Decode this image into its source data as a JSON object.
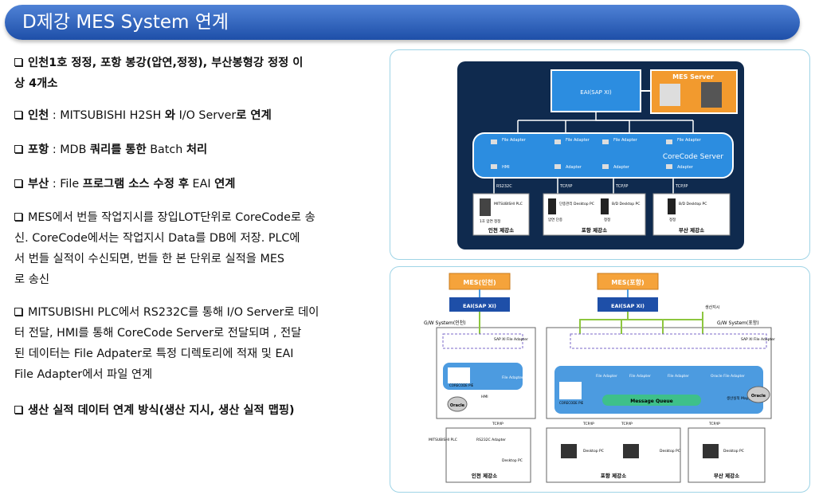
{
  "title": "D제강 MES System 연계",
  "bullets": {
    "b1": [
      "인천1호 정정, 포항 봉강(압연,정정), 부산봉형강 정정 이",
      "상 4개소"
    ],
    "b2": {
      "bold": "인천",
      "text": " : MITSUBISHI H2SH ",
      "bold2": "와",
      "text2": " I/O Server",
      "bold3": "로 연계"
    },
    "b3": {
      "bold": "포항",
      "text": " : MDB ",
      "bold2": "쿼리를 통한",
      "text2": " Batch ",
      "bold3": "처리"
    },
    "b4": {
      "bold": "부산",
      "text": " : File ",
      "bold2": "프로그램 소스 수정 후",
      "text2": " EAI ",
      "bold3": "연계"
    },
    "b5": [
      "MES에서 번들 작업지시를 장입LOT단위로 CoreCode로 송",
      "신. CoreCode에서는 작업지시 Data를 DB에 저장. PLC에",
      "서 번들 실적이 수신되면, 번들 한 본 단위로 실적을 MES",
      "로 송신"
    ],
    "b6": [
      "MITSUBISHI PLC에서 RS232C를 통해 I/O Server로 데이",
      "터 전달, HMI를 통해 CoreCode Server로 전달되며 , 전달",
      "된 데이터는 File Adpater로 특정 디렉토리에 적재 및 EAI",
      "File Adapter에서 파일 연계"
    ],
    "b7": "생산 실적 데이터 연계 방식(생산 지시,  생산 실적 맵핑)"
  },
  "d1": {
    "eai": "EAI(SAP XI)",
    "mes": "MES Server",
    "core": "CoreCode Server",
    "fa": "File Adapter",
    "hmi": "HMI",
    "adapter": "Adapter",
    "rs": "RS232C",
    "tcp": "TCP/IP",
    "plc": "MITSUBISHI PLC",
    "plc_cap": "1호 압연 정정",
    "dpc": "단종관리 Desktop PC",
    "dpc_cap": "압연 단종",
    "bd": "B/D Desktop PC",
    "bd_cap": "정정",
    "s1": "인천 제강소",
    "s2": "포항 제강소",
    "s3": "부산 제강소"
  },
  "d2": {
    "mes1": "MES(인천)",
    "mes2": "MES(포항)",
    "eai": "EAI(SAP XI)",
    "gw1": "G/W System(인천)",
    "gw2": "G/W System(포항)",
    "sapfa": "SAP XI File Adapter",
    "fa": "File Adapter",
    "corecode": "CORECODE PIE",
    "mq": "Message Queue",
    "oracle": "Oracle",
    "prod": "생산지시",
    "map": "생산실적 Mapping",
    "oracle_fa": "Oracle File Adapter",
    "tcp": "TCP/IP",
    "hmi": "HMI",
    "plc": "MITSUBISHI PLC",
    "rs": "RS232C Adapter",
    "dpc": "Desktop PC",
    "s1": "인천 제강소",
    "s2": "포항 제강소",
    "s3": "부산 제강소"
  }
}
